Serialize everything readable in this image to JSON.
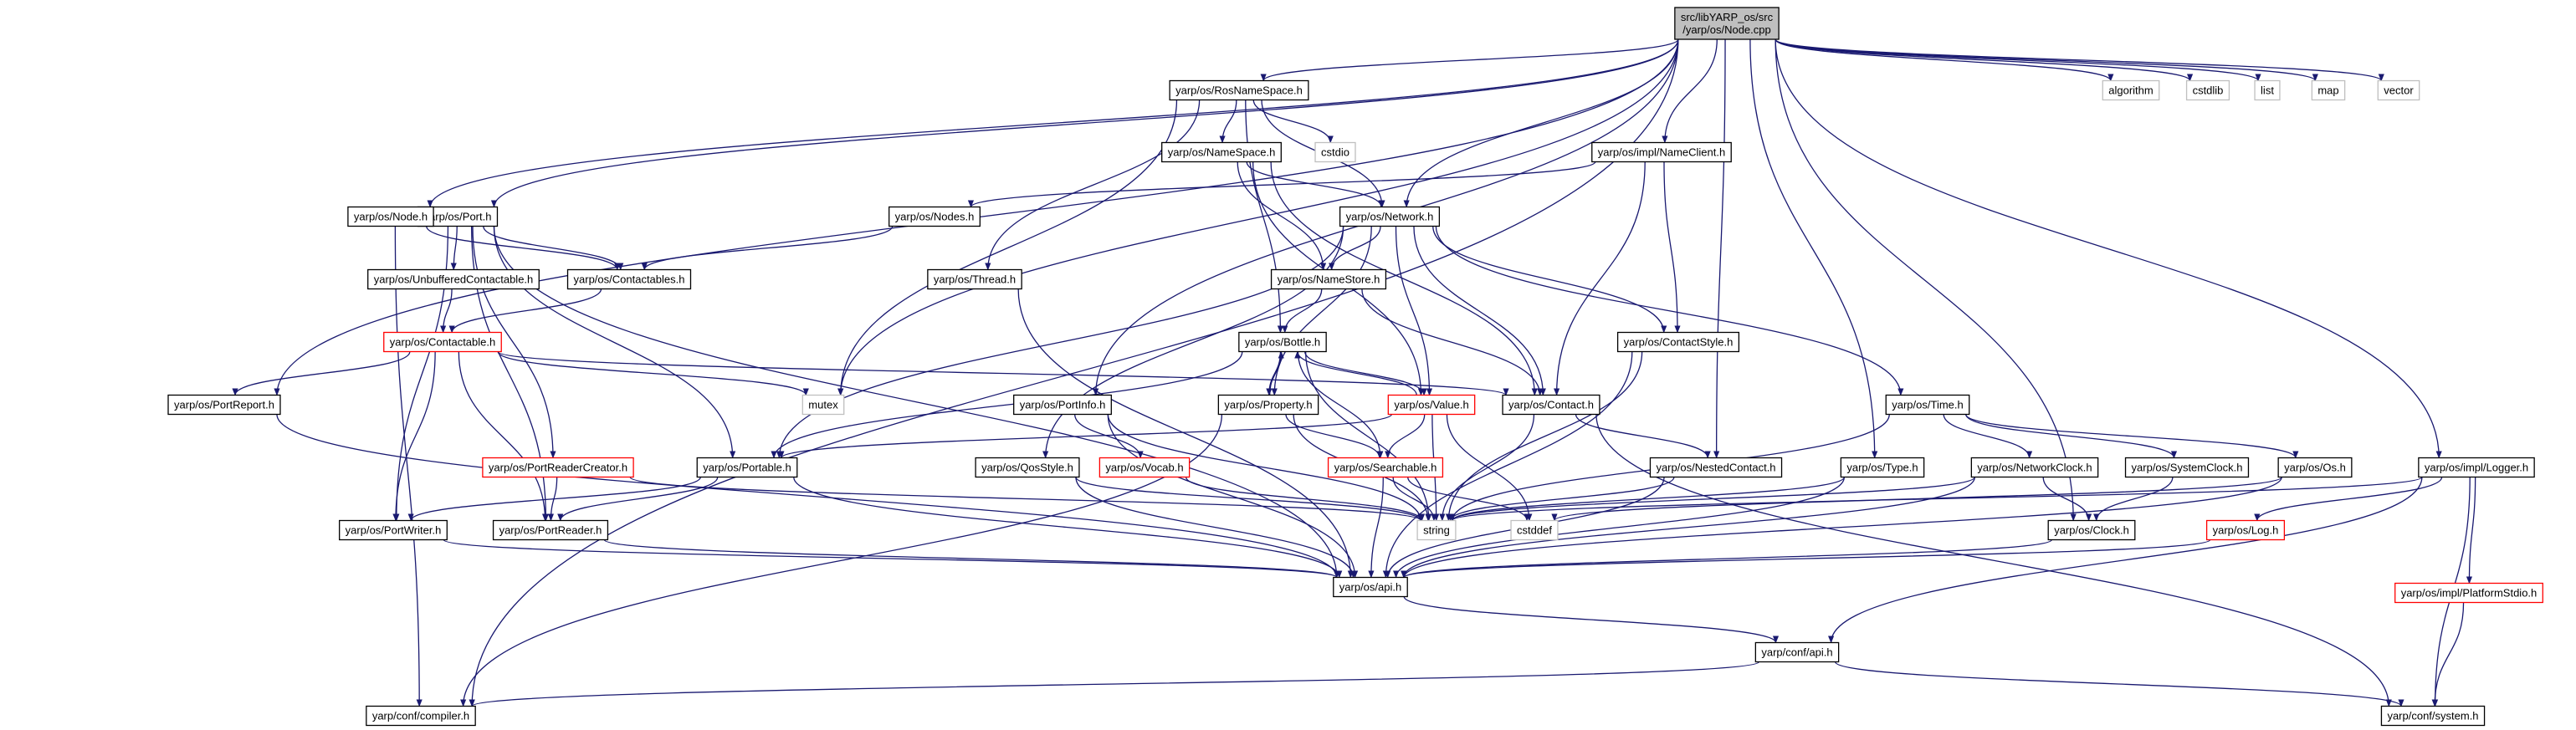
{
  "colors": {
    "normal_border": "#000000",
    "truncated_border": "#ff0000",
    "system_border": "#bfbfbf",
    "root_fill": "#bfbfbf",
    "edge": "#191970"
  },
  "nodes": [
    {
      "id": "root",
      "lines": [
        "src/libYARP_os/src",
        "/yarp/os/Node.cpp"
      ],
      "kind": "root"
    },
    {
      "id": "compiler",
      "lines": [
        "yarp/conf/compiler.h"
      ],
      "kind": "normal"
    },
    {
      "id": "portreport",
      "lines": [
        "yarp/os/PortReport.h"
      ],
      "kind": "normal"
    },
    {
      "id": "api",
      "lines": [
        "yarp/os/api.h"
      ],
      "kind": "normal"
    },
    {
      "id": "confapi",
      "lines": [
        "yarp/conf/api.h"
      ],
      "kind": "normal"
    },
    {
      "id": "system",
      "lines": [
        "yarp/conf/system.h"
      ],
      "kind": "normal"
    },
    {
      "id": "port",
      "lines": [
        "yarp/os/Port.h"
      ],
      "kind": "normal"
    },
    {
      "id": "unbuffered",
      "lines": [
        "yarp/os/UnbufferedContactable.h"
      ],
      "kind": "normal"
    },
    {
      "id": "contactable",
      "lines": [
        "yarp/os/Contactable.h"
      ],
      "kind": "truncated"
    },
    {
      "id": "portreadercreator",
      "lines": [
        "yarp/os/PortReaderCreator.h"
      ],
      "kind": "truncated"
    },
    {
      "id": "portwriter",
      "lines": [
        "yarp/os/PortWriter.h"
      ],
      "kind": "normal"
    },
    {
      "id": "portreader",
      "lines": [
        "yarp/os/PortReader.h"
      ],
      "kind": "normal"
    },
    {
      "id": "portable",
      "lines": [
        "yarp/os/Portable.h"
      ],
      "kind": "normal"
    },
    {
      "id": "node",
      "lines": [
        "yarp/os/Node.h"
      ],
      "kind": "normal"
    },
    {
      "id": "contactables",
      "lines": [
        "yarp/os/Contactables.h"
      ],
      "kind": "normal"
    },
    {
      "id": "mutex",
      "lines": [
        "mutex"
      ],
      "kind": "system"
    },
    {
      "id": "rosnamespace",
      "lines": [
        "yarp/os/RosNameSpace.h"
      ],
      "kind": "normal"
    },
    {
      "id": "namespace",
      "lines": [
        "yarp/os/NameSpace.h"
      ],
      "kind": "normal"
    },
    {
      "id": "cstdio",
      "lines": [
        "cstdio"
      ],
      "kind": "system"
    },
    {
      "id": "nodes",
      "lines": [
        "yarp/os/Nodes.h"
      ],
      "kind": "normal"
    },
    {
      "id": "thread",
      "lines": [
        "yarp/os/Thread.h"
      ],
      "kind": "normal"
    },
    {
      "id": "network",
      "lines": [
        "yarp/os/Network.h"
      ],
      "kind": "normal"
    },
    {
      "id": "namestore",
      "lines": [
        "yarp/os/NameStore.h"
      ],
      "kind": "normal"
    },
    {
      "id": "bottle",
      "lines": [
        "yarp/os/Bottle.h"
      ],
      "kind": "normal"
    },
    {
      "id": "property",
      "lines": [
        "yarp/os/Property.h"
      ],
      "kind": "normal"
    },
    {
      "id": "value",
      "lines": [
        "yarp/os/Value.h"
      ],
      "kind": "truncated"
    },
    {
      "id": "portinfo",
      "lines": [
        "yarp/os/PortInfo.h"
      ],
      "kind": "normal"
    },
    {
      "id": "vocab",
      "lines": [
        "yarp/os/Vocab.h"
      ],
      "kind": "truncated"
    },
    {
      "id": "qosstyle",
      "lines": [
        "yarp/os/QosStyle.h"
      ],
      "kind": "normal"
    },
    {
      "id": "searchable",
      "lines": [
        "yarp/os/Searchable.h"
      ],
      "kind": "truncated"
    },
    {
      "id": "string",
      "lines": [
        "string"
      ],
      "kind": "system"
    },
    {
      "id": "cstddef",
      "lines": [
        "cstddef"
      ],
      "kind": "system"
    },
    {
      "id": "contact",
      "lines": [
        "yarp/os/Contact.h"
      ],
      "kind": "normal"
    },
    {
      "id": "nestedcontact",
      "lines": [
        "yarp/os/NestedContact.h"
      ],
      "kind": "normal"
    },
    {
      "id": "nameclient",
      "lines": [
        "yarp/os/impl/NameClient.h"
      ],
      "kind": "normal"
    },
    {
      "id": "contactstyle",
      "lines": [
        "yarp/os/ContactStyle.h"
      ],
      "kind": "normal"
    },
    {
      "id": "time",
      "lines": [
        "yarp/os/Time.h"
      ],
      "kind": "normal"
    },
    {
      "id": "networkclock",
      "lines": [
        "yarp/os/NetworkClock.h"
      ],
      "kind": "normal"
    },
    {
      "id": "systemclock",
      "lines": [
        "yarp/os/SystemClock.h"
      ],
      "kind": "normal"
    },
    {
      "id": "clock",
      "lines": [
        "yarp/os/Clock.h"
      ],
      "kind": "normal"
    },
    {
      "id": "type",
      "lines": [
        "yarp/os/Type.h"
      ],
      "kind": "normal"
    },
    {
      "id": "os",
      "lines": [
        "yarp/os/Os.h"
      ],
      "kind": "normal"
    },
    {
      "id": "logger",
      "lines": [
        "yarp/os/impl/Logger.h"
      ],
      "kind": "normal"
    },
    {
      "id": "log",
      "lines": [
        "yarp/os/Log.h"
      ],
      "kind": "truncated"
    },
    {
      "id": "platformstdio",
      "lines": [
        "yarp/os/impl/PlatformStdio.h"
      ],
      "kind": "truncated"
    },
    {
      "id": "algorithm",
      "lines": [
        "algorithm"
      ],
      "kind": "system"
    },
    {
      "id": "cstdlib",
      "lines": [
        "cstdlib"
      ],
      "kind": "system"
    },
    {
      "id": "list",
      "lines": [
        "list"
      ],
      "kind": "system"
    },
    {
      "id": "map",
      "lines": [
        "map"
      ],
      "kind": "system"
    },
    {
      "id": "vector",
      "lines": [
        "vector"
      ],
      "kind": "system"
    }
  ],
  "edges": [
    [
      "root",
      "compiler"
    ],
    [
      "root",
      "portreport"
    ],
    [
      "root",
      "port"
    ],
    [
      "root",
      "node"
    ],
    [
      "root",
      "mutex"
    ],
    [
      "root",
      "rosnamespace"
    ],
    [
      "root",
      "portinfo"
    ],
    [
      "root",
      "network"
    ],
    [
      "root",
      "nameclient"
    ],
    [
      "root",
      "nestedcontact"
    ],
    [
      "root",
      "type"
    ],
    [
      "root",
      "clock"
    ],
    [
      "root",
      "logger"
    ],
    [
      "root",
      "algorithm"
    ],
    [
      "root",
      "cstdlib"
    ],
    [
      "root",
      "list"
    ],
    [
      "root",
      "map"
    ],
    [
      "root",
      "vector"
    ],
    [
      "node",
      "contactables"
    ],
    [
      "node",
      "compiler"
    ],
    [
      "port",
      "unbuffered"
    ],
    [
      "port",
      "contactables"
    ],
    [
      "port",
      "portreadercreator"
    ],
    [
      "port",
      "portwriter"
    ],
    [
      "port",
      "portreader"
    ],
    [
      "port",
      "portable"
    ],
    [
      "port",
      "api"
    ],
    [
      "unbuffered",
      "contactable"
    ],
    [
      "contactables",
      "contactable"
    ],
    [
      "contactable",
      "portreport"
    ],
    [
      "contactable",
      "mutex"
    ],
    [
      "contactable",
      "contact"
    ],
    [
      "contactable",
      "portwriter"
    ],
    [
      "contactable",
      "portreader"
    ],
    [
      "portreport",
      "api"
    ],
    [
      "portreadercreator",
      "portreader"
    ],
    [
      "portreadercreator",
      "string"
    ],
    [
      "portwriter",
      "api"
    ],
    [
      "portreader",
      "api"
    ],
    [
      "portable",
      "portwriter"
    ],
    [
      "portable",
      "portreader"
    ],
    [
      "portable",
      "api"
    ],
    [
      "rosnamespace",
      "namespace"
    ],
    [
      "rosnamespace",
      "cstdio"
    ],
    [
      "rosnamespace",
      "network"
    ],
    [
      "rosnamespace",
      "thread"
    ],
    [
      "rosnamespace",
      "mutex"
    ],
    [
      "rosnamespace",
      "bottle"
    ],
    [
      "namespace",
      "network"
    ],
    [
      "namespace",
      "namestore"
    ],
    [
      "namespace",
      "contact"
    ],
    [
      "namespace",
      "value"
    ],
    [
      "nameclient",
      "nodes"
    ],
    [
      "nameclient",
      "contactstyle"
    ],
    [
      "nameclient",
      "contact"
    ],
    [
      "nodes",
      "contactables"
    ],
    [
      "thread",
      "api"
    ],
    [
      "network",
      "namestore"
    ],
    [
      "network",
      "contactstyle"
    ],
    [
      "network",
      "contact"
    ],
    [
      "network",
      "value"
    ],
    [
      "network",
      "property"
    ],
    [
      "network",
      "time"
    ],
    [
      "network",
      "portable"
    ],
    [
      "network",
      "qosstyle"
    ],
    [
      "namestore",
      "contact"
    ],
    [
      "namestore",
      "bottle"
    ],
    [
      "bottle",
      "property"
    ],
    [
      "bottle",
      "value"
    ],
    [
      "bottle",
      "searchable"
    ],
    [
      "bottle",
      "portable"
    ],
    [
      "bottle",
      "string"
    ],
    [
      "property",
      "bottle"
    ],
    [
      "property",
      "searchable"
    ],
    [
      "property",
      "string"
    ],
    [
      "property",
      "compiler"
    ],
    [
      "value",
      "bottle"
    ],
    [
      "value",
      "searchable"
    ],
    [
      "value",
      "string"
    ],
    [
      "value",
      "cstddef"
    ],
    [
      "value",
      "portable"
    ],
    [
      "portinfo",
      "vocab"
    ],
    [
      "portinfo",
      "string"
    ],
    [
      "portinfo",
      "api"
    ],
    [
      "vocab",
      "string"
    ],
    [
      "qosstyle",
      "string"
    ],
    [
      "qosstyle",
      "api"
    ],
    [
      "searchable",
      "api"
    ],
    [
      "searchable",
      "string"
    ],
    [
      "searchable",
      "cstddef"
    ],
    [
      "contact",
      "nestedcontact"
    ],
    [
      "contact",
      "string"
    ],
    [
      "contact",
      "system"
    ],
    [
      "nestedcontact",
      "string"
    ],
    [
      "nestedcontact",
      "api"
    ],
    [
      "contactstyle",
      "string"
    ],
    [
      "contactstyle",
      "api"
    ],
    [
      "time",
      "networkclock"
    ],
    [
      "time",
      "systemclock"
    ],
    [
      "time",
      "os"
    ],
    [
      "time",
      "string"
    ],
    [
      "networkclock",
      "clock"
    ],
    [
      "networkclock",
      "api"
    ],
    [
      "networkclock",
      "string"
    ],
    [
      "systemclock",
      "clock"
    ],
    [
      "clock",
      "api"
    ],
    [
      "type",
      "string"
    ],
    [
      "type",
      "api"
    ],
    [
      "os",
      "cstddef"
    ],
    [
      "os",
      "api"
    ],
    [
      "logger",
      "log"
    ],
    [
      "logger",
      "platformstdio"
    ],
    [
      "logger",
      "system"
    ],
    [
      "logger",
      "confapi"
    ],
    [
      "logger",
      "string"
    ],
    [
      "log",
      "api"
    ],
    [
      "platformstdio",
      "system"
    ],
    [
      "api",
      "confapi"
    ],
    [
      "confapi",
      "compiler"
    ],
    [
      "confapi",
      "system"
    ]
  ]
}
